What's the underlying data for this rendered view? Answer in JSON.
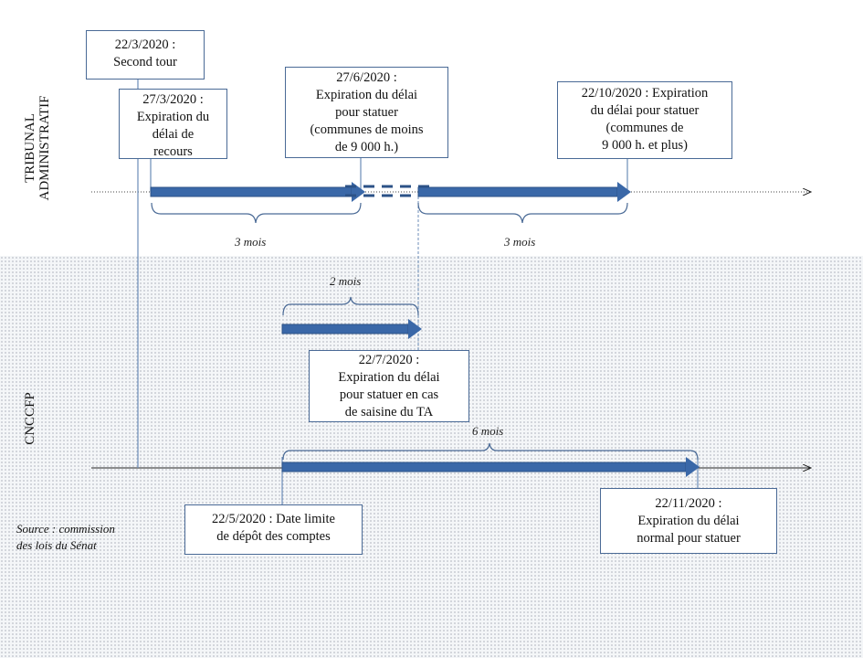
{
  "lanes": {
    "top": "TRIBUNAL\nADMINISTRATIF",
    "bottom": "CNCCFP"
  },
  "boxes": {
    "second_tour": "22/3/2020 :\nSecond tour",
    "recours": "27/3/2020 :\nExpiration du\ndélai de\nrecours",
    "small_communes": "27/6/2020 :\nExpiration du délai\npour statuer\n(communes de moins\nde 9 000 h.)",
    "large_communes": "22/10/2020 : Expiration\ndu délai pour statuer\n(communes de\n9 000 h. et plus)",
    "saisine_ta": "22/7/2020 :\nExpiration du délai\npour statuer en cas\nde saisine du TA",
    "depot_comptes": "22/5/2020 : Date limite\nde dépôt des comptes",
    "normal": "22/11/2020 :\nExpiration du délai\nnormal pour statuer"
  },
  "durations": {
    "ta_first": "3 mois",
    "ta_second": "3 mois",
    "cnccfp_short": "2 mois",
    "cnccfp_long": "6 mois"
  },
  "source": "Source : commission\ndes lois  du Sénat",
  "colors": {
    "arrow": "#3a68a8",
    "arrow_dark": "#2c5287",
    "border": "#4a6a96",
    "guide": "#6c8db8"
  }
}
